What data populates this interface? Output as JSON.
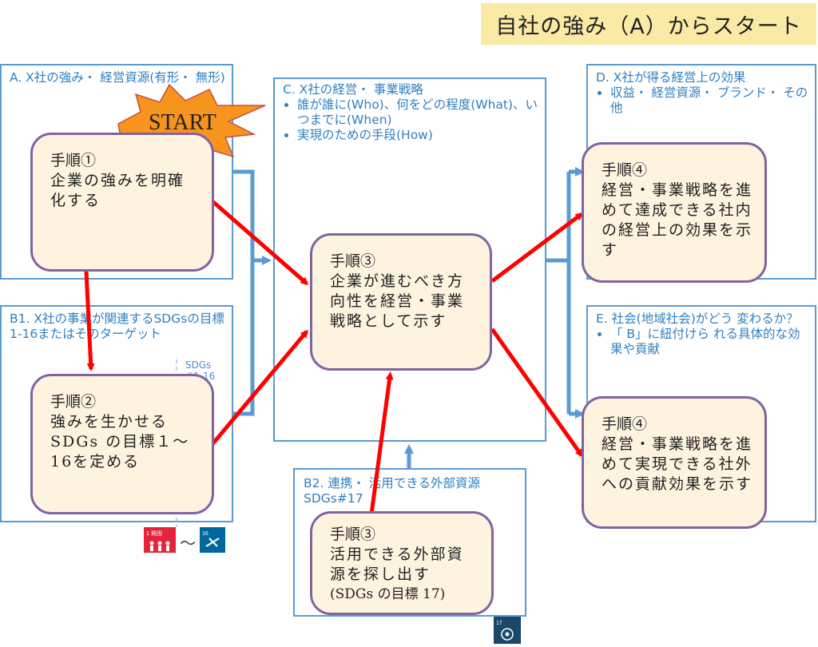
{
  "banner": "自社の強み（A）からスタート",
  "start_label": "START",
  "frames": {
    "a": {
      "title": "A. X社の強み・ 経営資源(有形・ 無形)"
    },
    "c": {
      "title": "C. X社の経営・ 事業戦略",
      "bullets": [
        "誰が誰に(Who)、何をどの程度(What)、いつまでに(When)",
        "実現のための手段(How)"
      ]
    },
    "d": {
      "title": "D. X社が得る経営上の効果",
      "bullets": [
        "収益・ 経営資源・ ブランド・ その他"
      ]
    },
    "b1": {
      "title": "B1. X社の事業が関連するSDGsの目標1-16またはそのターゲット",
      "sdg_label_top": "SDGs",
      "sdg_label_bottom": "#1-16"
    },
    "e": {
      "title": "E. 社会(地域社会)がどう 変わるか？",
      "bullets": [
        "「 B」に紐付けら れる具体的な効果や貢献"
      ]
    },
    "b2": {
      "title": "B2. 連携・ 活用できる外部資源　SDGs#17"
    }
  },
  "steps": {
    "s1": {
      "num": "手順①",
      "body": "企業の強みを明確化する"
    },
    "s2": {
      "num": "手順②",
      "body": "強みを生かせるSDGs の目標１〜16を定める"
    },
    "s3": {
      "num": "手順③",
      "body": "企業が進むべき方向性を経営・事業戦略として示す"
    },
    "s3b": {
      "num": "手順③",
      "body": "活用できる外部資源を探し出す",
      "note": "(SDGs の目標 17)"
    },
    "s4a": {
      "num": "手順④",
      "body": "経営・事業戦略を進めて達成できる社内の経営上の効果を示す"
    },
    "s4b": {
      "num": "手順④",
      "body": "経営・事業戦略を進めて実現できる社外への貢献効果を示す"
    }
  },
  "icons": {
    "sdg1": "sdg-goal-1-icon",
    "sdg16": "sdg-goal-16-icon",
    "sdg17": "sdg-goal-17-icon",
    "tilde": "〜"
  },
  "colors": {
    "frame": "#5b9bd5",
    "frame_text": "#2f7fc1",
    "step_fill": "#fdf3df",
    "step_border": "#8064a2",
    "arrow_red": "#ff0000",
    "start_burst": "#f7941d",
    "banner_bg": "#fbe9a6"
  }
}
